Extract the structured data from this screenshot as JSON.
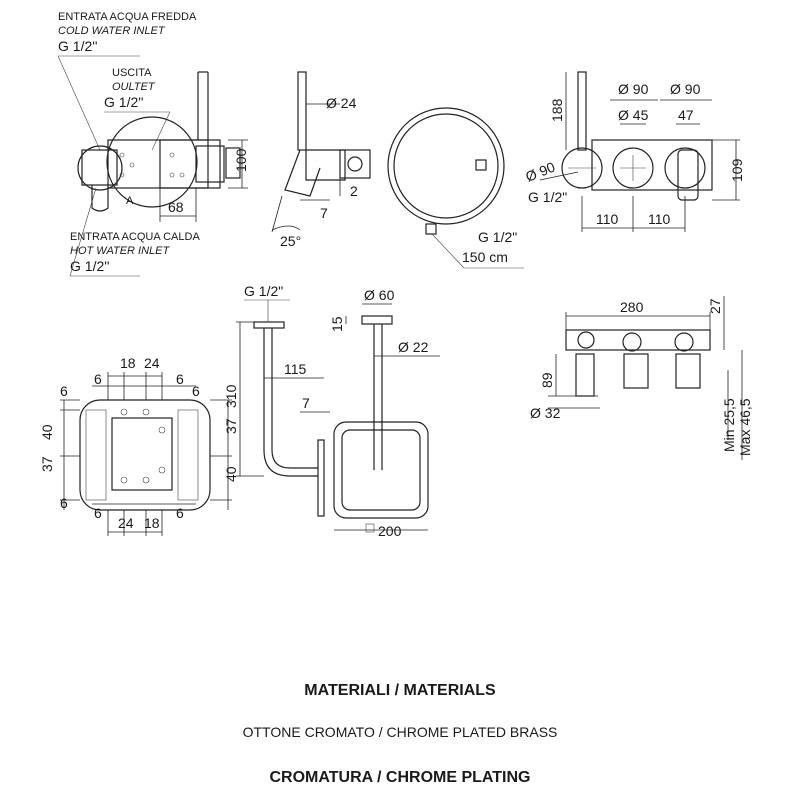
{
  "labels": {
    "cold_it": "ENTRATA ACQUA FREDDA",
    "cold_en": "COLD WATER INLET",
    "cold_thread": "G 1/2''",
    "out_it": "USCITA",
    "out_en": "OULTET",
    "out_thread": "G 1/2''",
    "hot_it": "ENTRATA ACQUA CALDA",
    "hot_en": "HOT WATER INLET",
    "hot_thread": "G 1/2''",
    "marker_a": "A",
    "hose_thread": "G 1/2\"",
    "hose_length": "150 cm",
    "arm_thread": "G 1/2\"",
    "front_thread": "G 1/2\""
  },
  "dims": {
    "d100": "100",
    "d68": "68",
    "d24dia": "Ø 24",
    "d2": "2",
    "d7a": "7",
    "d25deg": "25°",
    "d188": "188",
    "d90a": "Ø 90",
    "d90b": "Ø 90",
    "d45": "Ø 45",
    "d47": "47",
    "d90c": "Ø 90",
    "d109": "109",
    "d110a": "110",
    "d110b": "110",
    "d18t": "18",
    "d24t": "24",
    "d6tl": "6",
    "d6tr": "6",
    "d6ml": "6",
    "d6mr": "6",
    "d40l": "40",
    "d37l": "37",
    "d37r": "37",
    "d40r": "40",
    "d6bl": "6",
    "d6bl2": "6",
    "d6br": "6",
    "d24b": "24",
    "d18b": "18",
    "d310": "310",
    "d115": "115",
    "d7b": "7",
    "d60": "Ø 60",
    "d15": "15",
    "d22": "Ø 22",
    "d200": "200",
    "d280": "280",
    "d27": "27",
    "d89": "89",
    "d32": "Ø 32",
    "dmin": "Min 25,5",
    "dmax": "Max 46,5"
  },
  "footer": {
    "materials_title": "MATERIALI / MATERIALS",
    "materials_value": "OTTONE CROMATO  / CHROME PLATED BRASS",
    "plating_title": "CROMATURA / CHROME PLATING"
  }
}
